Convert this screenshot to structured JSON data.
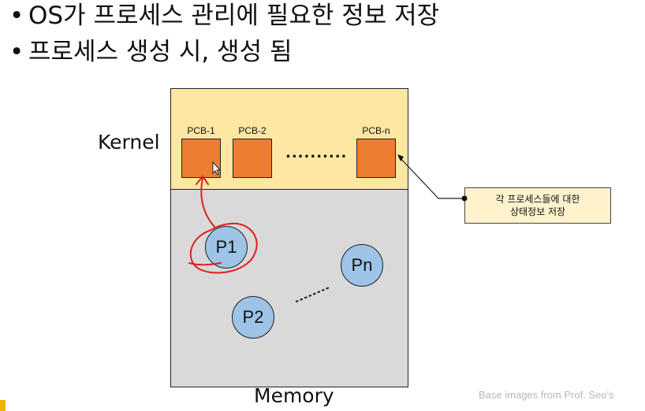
{
  "bullets": [
    "OS가 프로세스 관리에 필요한 정보 저장",
    "프로세스 생성 시, 생성 됨"
  ],
  "bullet_symbol": "•",
  "diagram": {
    "kernel_label": "Kernel",
    "memory_label": "Memory",
    "pcbs": [
      "PCB-1",
      "PCB-2",
      "PCB-n"
    ],
    "pcb_ellipsis": "..........",
    "processes": [
      "P1",
      "P2",
      "Pn"
    ],
    "process_ellipsis_between": "P2-Pn",
    "callout_lines": [
      "각 프로세스들에 대한",
      "상태정보 저장"
    ]
  },
  "credit": "Base images from Prof. Seo's",
  "colors": {
    "kernel": "#fde7a2",
    "memory": "#d9d9d9",
    "pcb": "#ed7d31",
    "process": "#9dc3e6",
    "callout": "#fff2cc",
    "annotation": "#e02020"
  }
}
